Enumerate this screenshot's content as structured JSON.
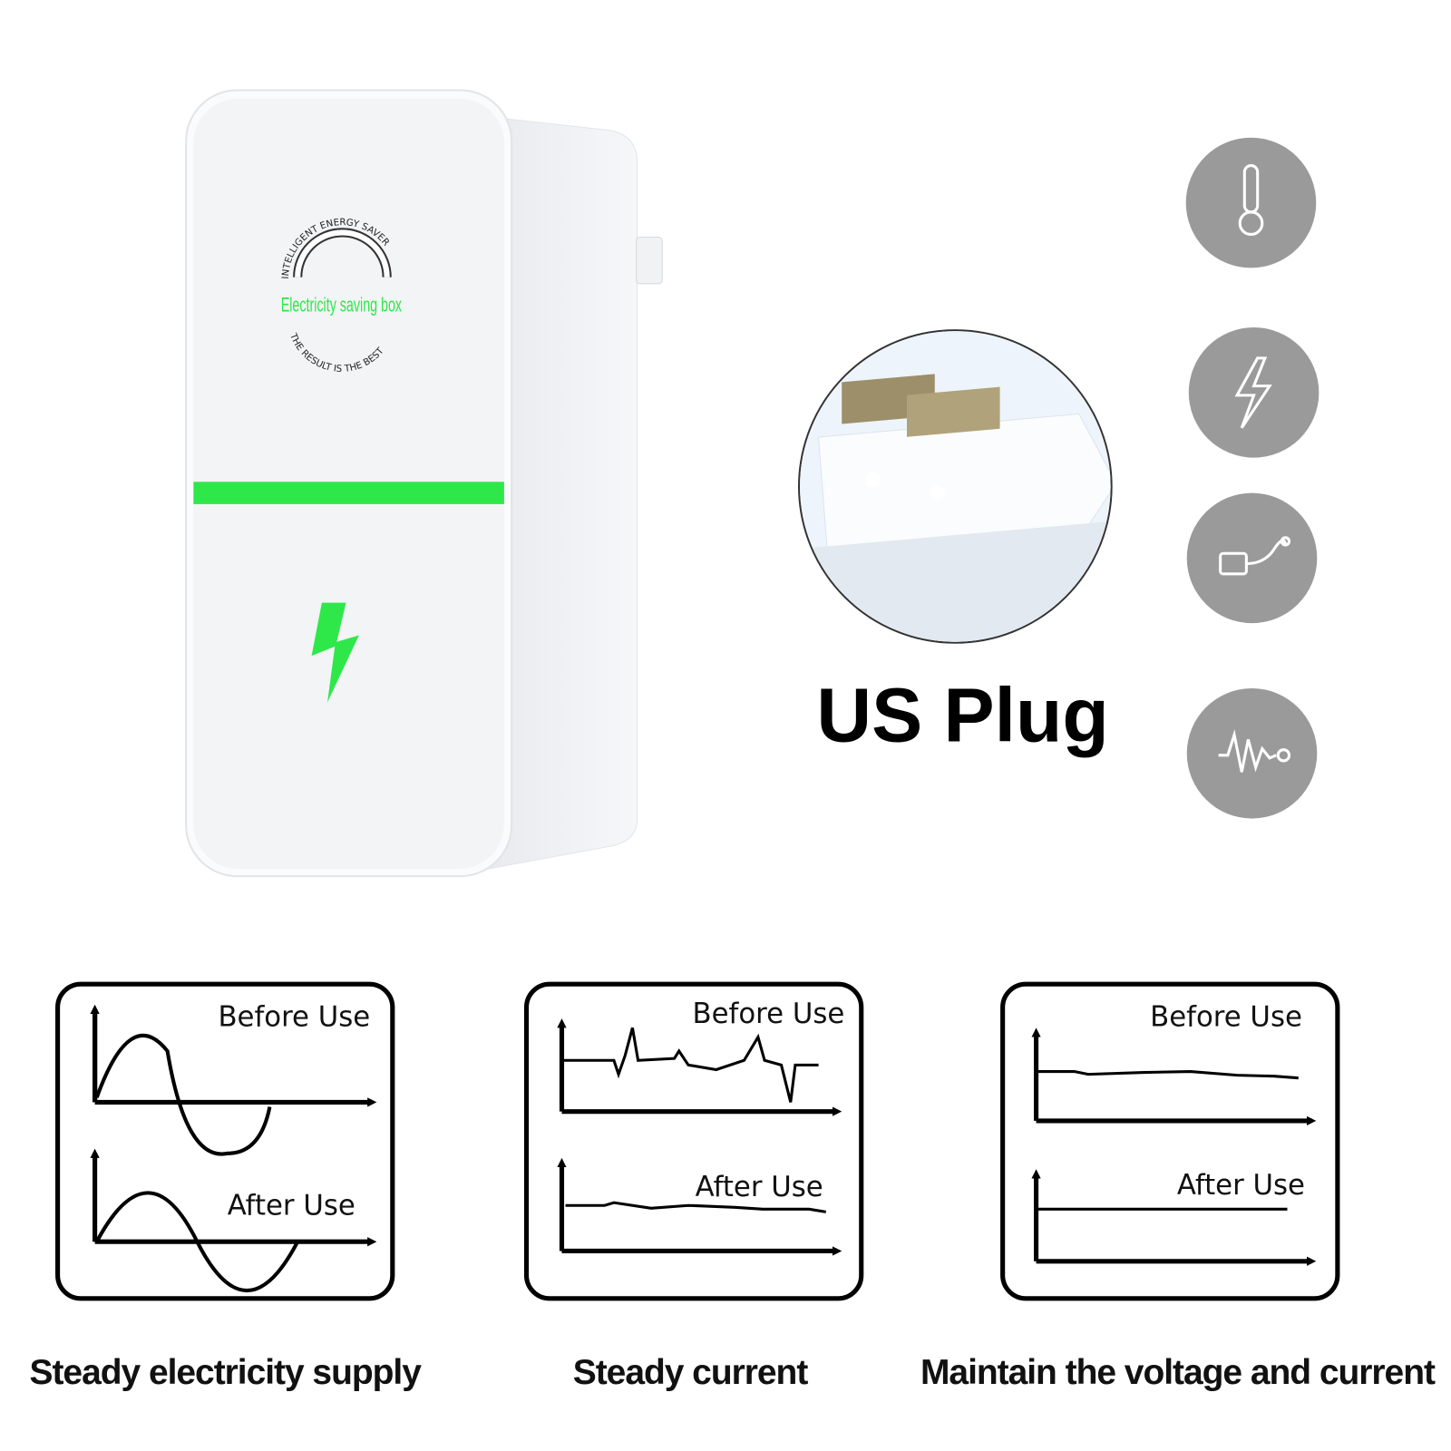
{
  "product": {
    "logo_top_text": "INTELLIGENT ENERGY SAVER",
    "logo_main_text": "Electricity saving box",
    "logo_bottom_text": "THE RESULT IS THE BEST",
    "indicator_color": "#2ee84a"
  },
  "plug_label": "US Plug",
  "feature_icons": [
    "thermometer-icon",
    "lightning-icon",
    "plug-icon",
    "waveform-icon"
  ],
  "panels": [
    {
      "before": "Before Use",
      "after": "After Use",
      "caption": "Steady electricity supply"
    },
    {
      "before": "Before Use",
      "after": "After Use",
      "caption": "Steady current"
    },
    {
      "before": "Before Use",
      "after": "After Use",
      "caption": "Maintain the voltage and current"
    }
  ]
}
